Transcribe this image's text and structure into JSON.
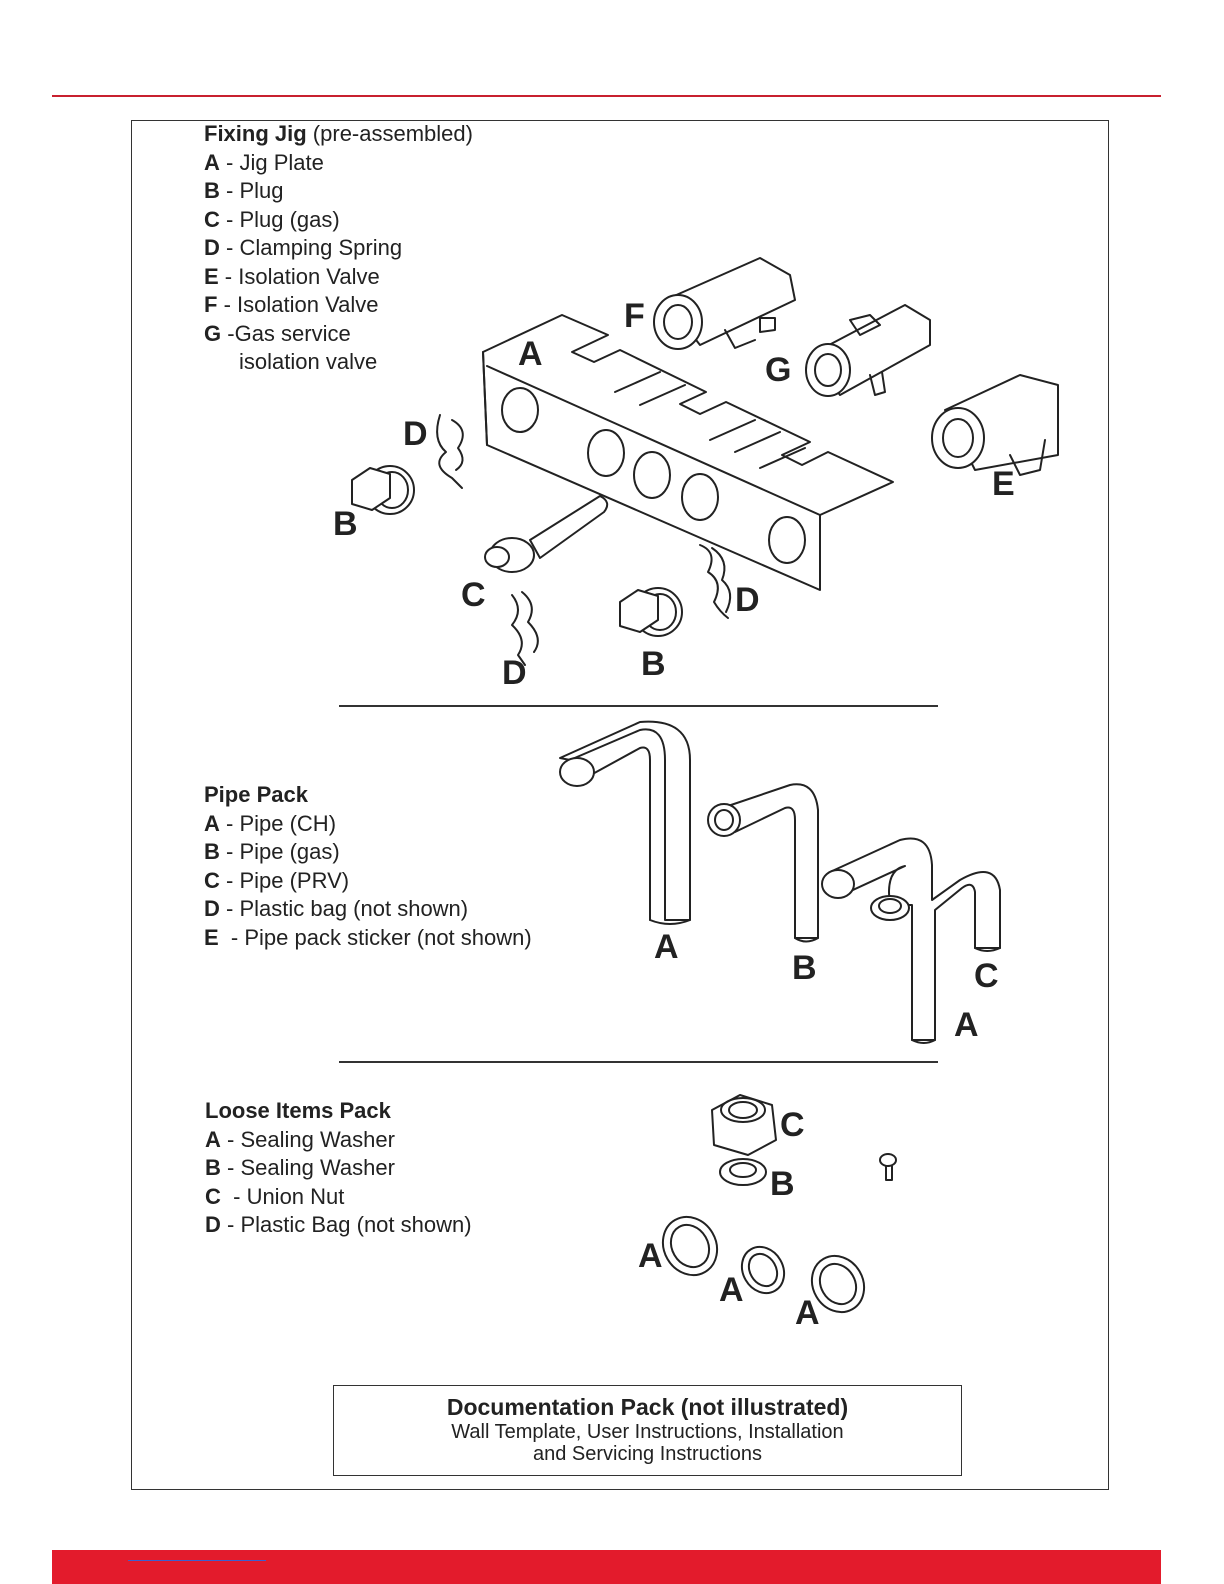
{
  "fixing_jig": {
    "title": "Fixing Jig",
    "title_note": " (pre-assembled)",
    "items": [
      {
        "letter": "A",
        "sep": " - ",
        "text": "Jig Plate"
      },
      {
        "letter": "B",
        "sep": " - ",
        "text": "Plug"
      },
      {
        "letter": "C",
        "sep": " - ",
        "text": "Plug (gas)"
      },
      {
        "letter": "D",
        "sep": " - ",
        "text": "Clamping Spring"
      },
      {
        "letter": "E",
        "sep": " - ",
        "text": "Isolation Valve"
      },
      {
        "letter": "F",
        "sep": " - ",
        "text": "Isolation Valve"
      },
      {
        "letter": "G",
        "sep": " -",
        "text": "Gas service",
        "text2": "isolation valve"
      }
    ],
    "callouts": [
      "F",
      "A",
      "G",
      "D",
      "E",
      "B",
      "C",
      "D",
      "D",
      "B"
    ]
  },
  "pipe_pack": {
    "title": "Pipe Pack",
    "items": [
      {
        "letter": "A",
        "sep": " - ",
        "text": "Pipe (CH)"
      },
      {
        "letter": "B",
        "sep": " - ",
        "text": "Pipe (gas)"
      },
      {
        "letter": "C",
        "sep": " - ",
        "text": "Pipe (PRV)"
      },
      {
        "letter": "D",
        "sep": " - ",
        "text": "Plastic bag (not shown)"
      },
      {
        "letter": "E",
        "sep": "  - ",
        "text": "Pipe pack sticker (not shown)"
      }
    ],
    "callouts": [
      "A",
      "B",
      "C",
      "A"
    ]
  },
  "loose_items": {
    "title": "Loose Items Pack",
    "items": [
      {
        "letter": "A",
        "sep": " - ",
        "text": "Sealing Washer"
      },
      {
        "letter": "B",
        "sep": " - ",
        "text": "Sealing Washer"
      },
      {
        "letter": "C",
        "sep": "  - ",
        "text": "Union Nut"
      },
      {
        "letter": "D",
        "sep": " - ",
        "text": "Plastic Bag (not shown)"
      }
    ],
    "callouts": [
      "C",
      "B",
      "A",
      "A",
      "A"
    ]
  },
  "documentation": {
    "title": "Documentation Pack (not illustrated)",
    "line1": "Wall Template, User Instructions, Installation",
    "line2": "and Servicing Instructions"
  }
}
